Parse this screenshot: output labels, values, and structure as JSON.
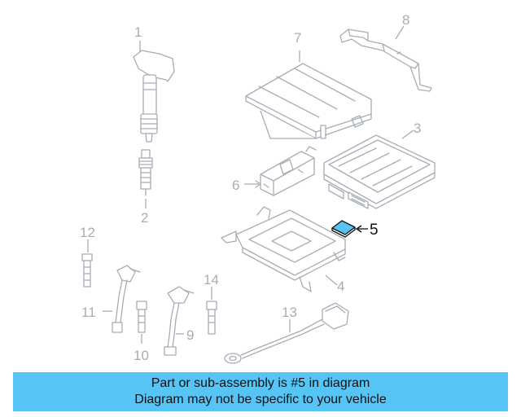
{
  "labels": {
    "p1": "1",
    "p2": "2",
    "p3": "3",
    "p4": "4",
    "p5": "5",
    "p6": "6",
    "p7": "7",
    "p8": "8",
    "p9": "9",
    "p10": "10",
    "p11": "11",
    "p12": "12",
    "p13": "13",
    "p14": "14"
  },
  "highlighted_part": "5",
  "highlight_color": "#56c4f5",
  "line_color": "#a7adb6",
  "banner": {
    "line1": "Part or sub-assembly is #5 in diagram",
    "line2": "Diagram may not be specific to your vehicle",
    "color": "#56c4f5"
  }
}
